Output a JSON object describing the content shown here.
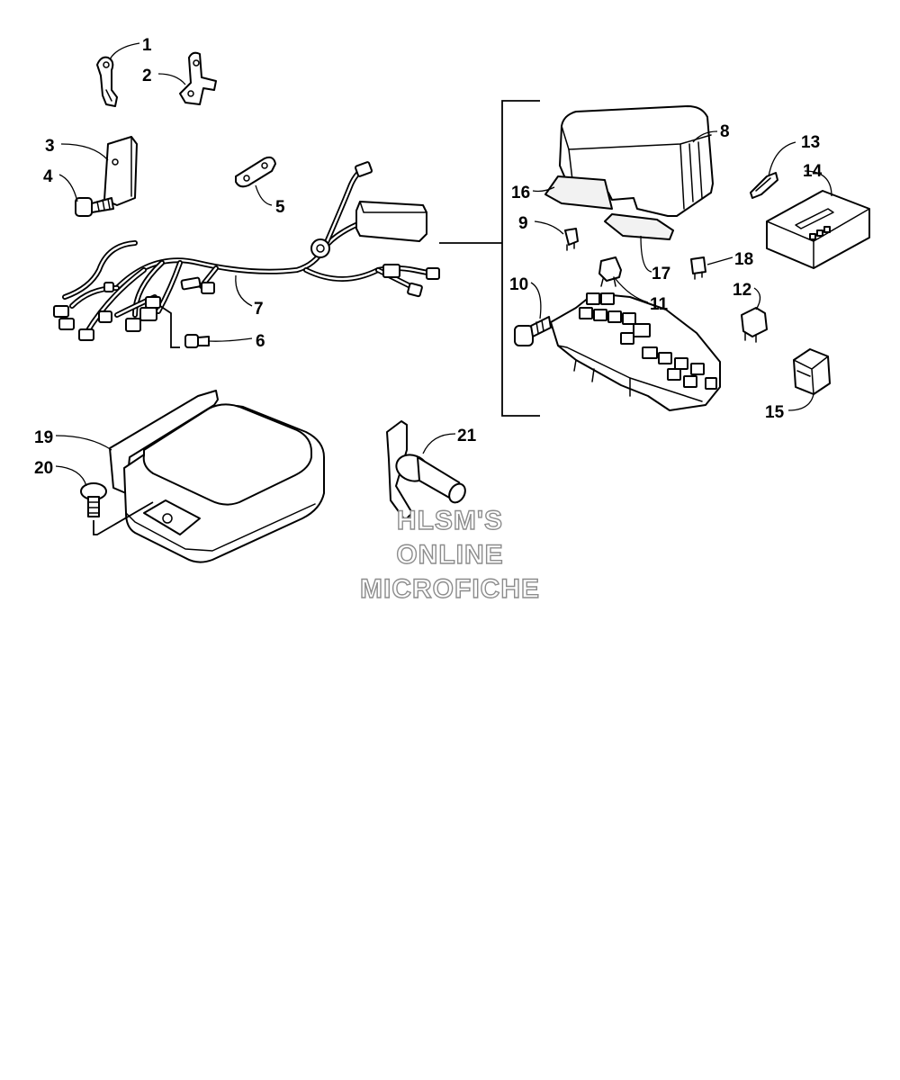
{
  "callouts": {
    "c1": "1",
    "c2": "2",
    "c3": "3",
    "c4": "4",
    "c5": "5",
    "c6": "6",
    "c7": "7",
    "c8": "8",
    "c9": "9",
    "c10": "10",
    "c11": "11",
    "c12": "12",
    "c13": "13",
    "c14": "14",
    "c15": "15",
    "c16": "16",
    "c17": "17",
    "c18": "18",
    "c19": "19",
    "c20": "20",
    "c21": "21"
  },
  "watermark": {
    "line1": "HLSM'S",
    "line2": "ONLINE",
    "line3": "MICROFICHE"
  },
  "colors": {
    "line": "#000000",
    "background": "#ffffff",
    "watermark_outline": "#8c8c8c"
  }
}
